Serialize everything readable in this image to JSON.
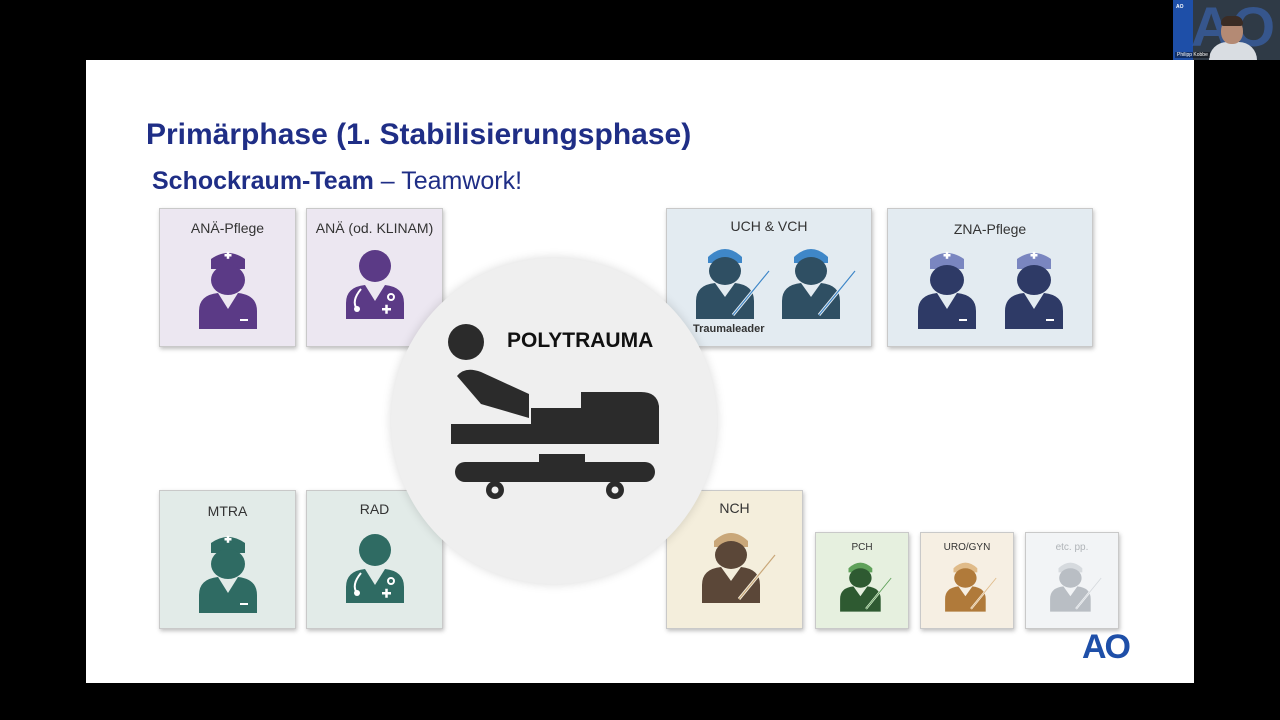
{
  "participant": {
    "name": "Philipp Kobbe"
  },
  "slide": {
    "title": "Primärphase (1. Stabilisierungsphase)",
    "subtitle_bold": "Schockraum-Team",
    "subtitle_rest": " – Teamwork!",
    "center_label": "POLYTRAUMA",
    "traumaleader": "Traumaleader",
    "logo": "AO",
    "cards": {
      "ana_pflege": "ANÄ-Pflege",
      "ana_klinam": "ANÄ (od. KLINAM)",
      "uch_vch": "UCH & VCH",
      "zna_pflege": "ZNA-Pflege",
      "mtra": "MTRA",
      "rad": "RAD",
      "nch": "NCH",
      "pch": "PCH",
      "uro_gyn": "URO/GYN",
      "etc": "etc. pp."
    }
  },
  "colors": {
    "title": "#1f2e86",
    "ana": "#5b3a86",
    "uch": "#2f4f63",
    "zna": "#2e3a66",
    "mtra": "#2f6b63",
    "nch": "#5b4738",
    "pch": "#2e5a31",
    "uro": "#b07a3a",
    "etc": "#b9bec4"
  }
}
